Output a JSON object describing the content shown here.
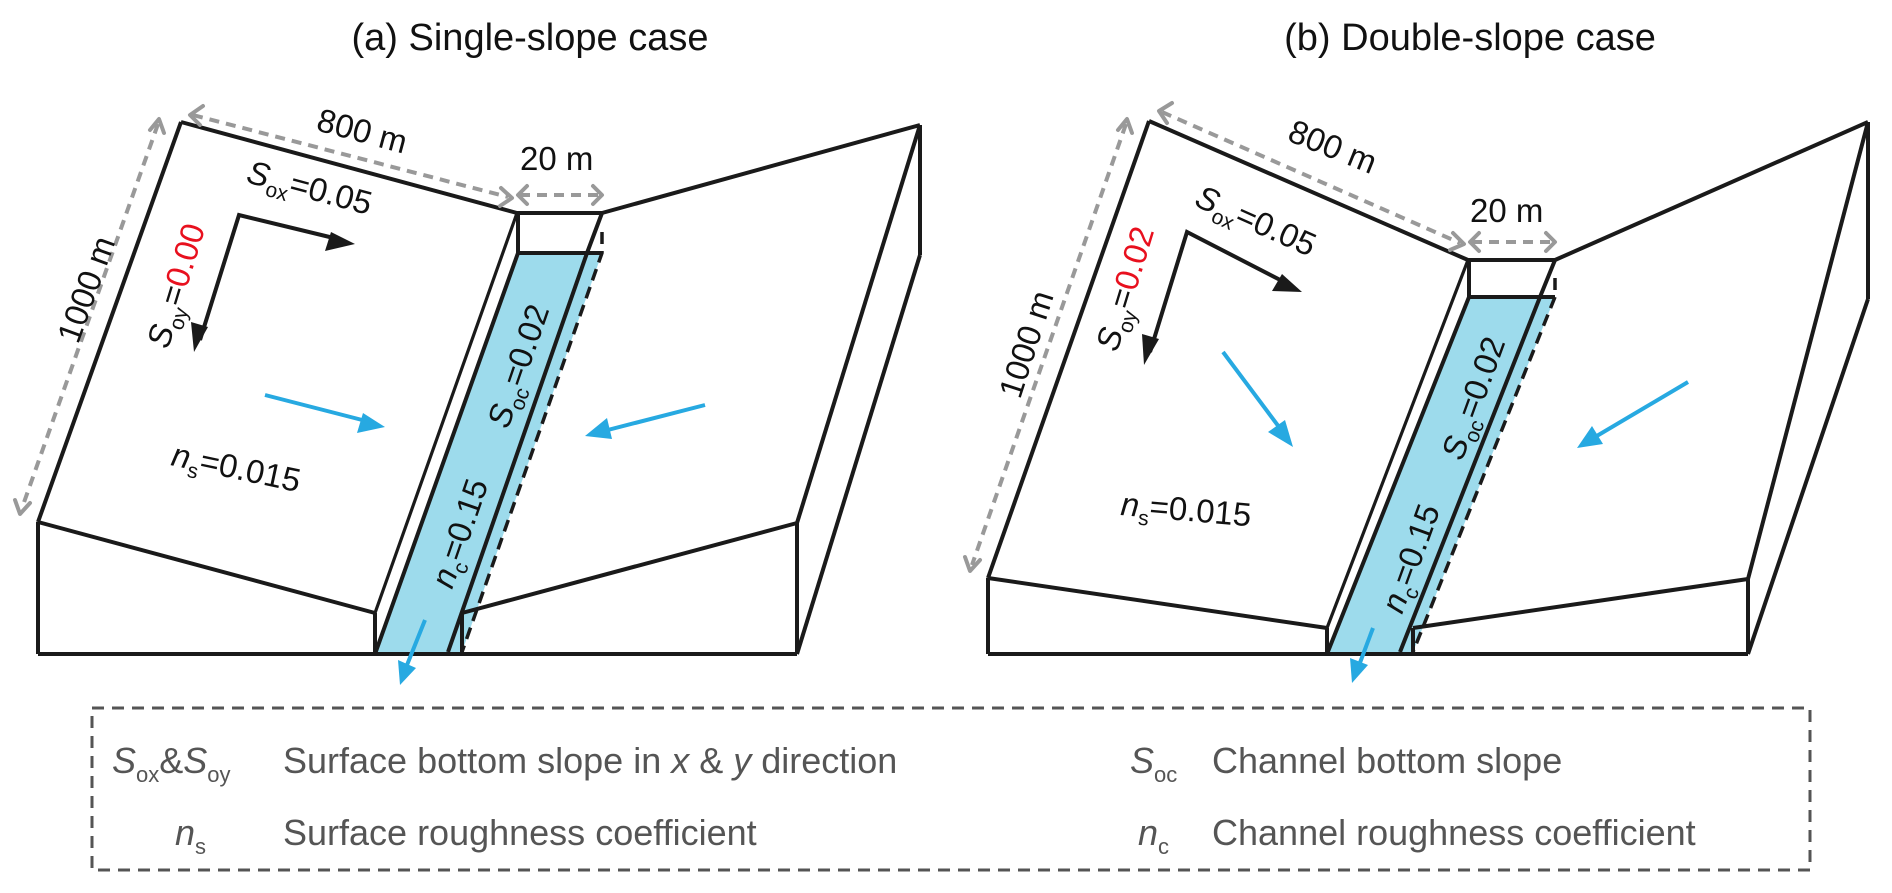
{
  "panels": [
    {
      "title": "(a) Single-slope case",
      "width_label": "800 m",
      "channel_width_label": "20 m",
      "length_label": "1000 m",
      "sox": {
        "symbol": "S",
        "sub": "ox",
        "eq": "=",
        "value": "0.05"
      },
      "soy": {
        "symbol": "S",
        "sub": "oy",
        "eq": "=",
        "value": "0.00",
        "value_color": "#e8101e"
      },
      "ns": {
        "symbol": "n",
        "sub": "s",
        "eq": "=",
        "value": "0.015"
      },
      "nc": {
        "symbol": "n",
        "sub": "c",
        "eq": "=",
        "value": "0.15"
      },
      "soc": {
        "symbol": "S",
        "sub": "oc",
        "eq": "=",
        "value": "0.02"
      }
    },
    {
      "title": "(b) Double-slope case",
      "width_label": "800 m",
      "channel_width_label": "20 m",
      "length_label": "1000 m",
      "sox": {
        "symbol": "S",
        "sub": "ox",
        "eq": "=",
        "value": "0.05"
      },
      "soy": {
        "symbol": "S",
        "sub": "oy",
        "eq": "=",
        "value": "0.02",
        "value_color": "#e8101e"
      },
      "ns": {
        "symbol": "n",
        "sub": "s",
        "eq": "=",
        "value": "0.015"
      },
      "nc": {
        "symbol": "n",
        "sub": "c",
        "eq": "=",
        "value": "0.15"
      },
      "soc": {
        "symbol": "S",
        "sub": "oc",
        "eq": "=",
        "value": "0.02"
      }
    }
  ],
  "legend": {
    "items": [
      {
        "sym1": "S",
        "sub1": "ox",
        "joiner": "&",
        "sym2": "S",
        "sub2": "oy",
        "desc_pre": "Surface bottom slope in ",
        "desc_x": "x",
        "desc_mid": " & ",
        "desc_y": "y",
        "desc_post": " direction"
      },
      {
        "sym1": "S",
        "sub1": "oc",
        "desc": "Channel bottom slope"
      },
      {
        "sym1": "n",
        "sub1": "s",
        "desc": "Surface roughness coefficient"
      },
      {
        "sym1": "n",
        "sub1": "c",
        "desc": "Channel roughness coefficient"
      }
    ]
  },
  "colors": {
    "water": "#9ddbec",
    "flow_arrow": "#27a9e1",
    "highlight_value": "#e8101e",
    "dimension_line": "#999999"
  }
}
